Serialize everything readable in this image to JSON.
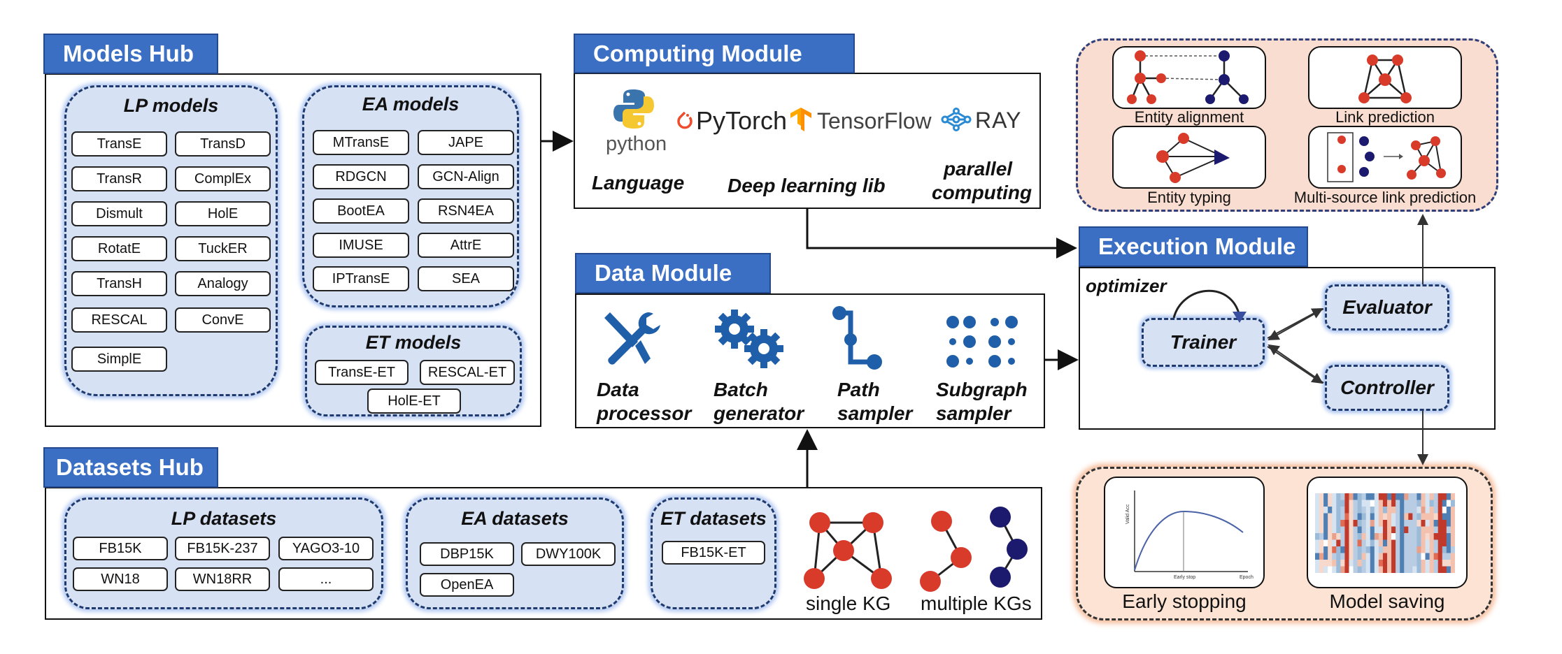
{
  "models_hub": {
    "title": "Models Hub",
    "lp": {
      "title": "LP models",
      "items": [
        "TransE",
        "TransD",
        "TransR",
        "ComplEx",
        "Dismult",
        "HolE",
        "RotatE",
        "TuckER",
        "TransH",
        "Analogy",
        "RESCAL",
        "ConvE",
        "SimplE"
      ]
    },
    "ea": {
      "title": "EA models",
      "items": [
        "MTransE",
        "JAPE",
        "RDGCN",
        "GCN-Align",
        "BootEA",
        "RSN4EA",
        "IMUSE",
        "AttrE",
        "IPTransE",
        "SEA"
      ]
    },
    "et": {
      "title": "ET models",
      "items": [
        "TransE-ET",
        "RESCAL-ET",
        "HolE-ET"
      ]
    }
  },
  "computing": {
    "title": "Computing Module",
    "logos": {
      "python": "python",
      "pytorch": "PyTorch",
      "tensorflow": "TensorFlow",
      "ray": "RAY"
    },
    "labels": {
      "language": "Language",
      "dl": "Deep learning lib",
      "parallel1": "parallel",
      "parallel2": "computing"
    }
  },
  "data_module": {
    "title": "Data  Module",
    "items": [
      {
        "l1": "Data",
        "l2": "processor"
      },
      {
        "l1": "Batch",
        "l2": "generator"
      },
      {
        "l1": "Path",
        "l2": "sampler"
      },
      {
        "l1": "Subgraph",
        "l2": "sampler"
      }
    ]
  },
  "execution": {
    "title": "Execution Module",
    "optimizer": "optimizer",
    "trainer": "Trainer",
    "evaluator": "Evaluator",
    "controller": "Controller"
  },
  "tasks": [
    "Entity alignment",
    "Link prediction",
    "Entity  typing",
    "Multi-source link prediction"
  ],
  "outputs": {
    "early_stopping": "Early stopping",
    "model_saving": "Model saving",
    "axis_y": "Valid Acc",
    "axis_x": "Epoch",
    "stop_mark": "Early stop"
  },
  "datasets_hub": {
    "title": "Datasets Hub",
    "lp": {
      "title": "LP datasets",
      "items": [
        "FB15K",
        "FB15K-237",
        "YAGO3-10",
        "WN18",
        "WN18RR",
        "..."
      ]
    },
    "ea": {
      "title": "EA datasets",
      "items": [
        "DBP15K",
        "DWY100K",
        "OpenEA"
      ]
    },
    "et": {
      "title": "ET datasets",
      "items": [
        "FB15K-ET"
      ]
    },
    "single": "single KG",
    "multiple": "multiple KGs"
  },
  "colors": {
    "title_bg": "#3b6fc4",
    "group_bg": "#d6e1f3",
    "node_red": "#d93b2b",
    "node_navy": "#1c1a6e",
    "task_bg": "#f9ddd0"
  }
}
